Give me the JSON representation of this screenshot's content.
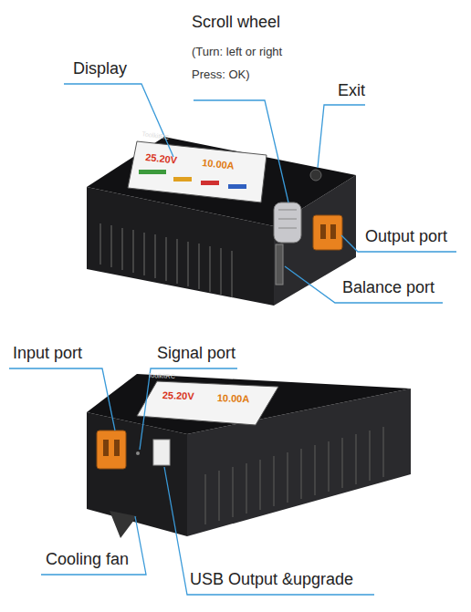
{
  "diagram": {
    "labels": [
      "Display",
      "Scroll wheel",
      "(Turn: left or right Press: OK)",
      "Exit",
      "Output port",
      "Balance port",
      "Input port",
      "Signal port",
      "Cooling fan",
      "USB Output &upgrade",
      "ToolkitRC",
      "25.20V",
      "10.00A",
      "ToolkitRC",
      "25.20V",
      "10.00A"
    ]
  }
}
